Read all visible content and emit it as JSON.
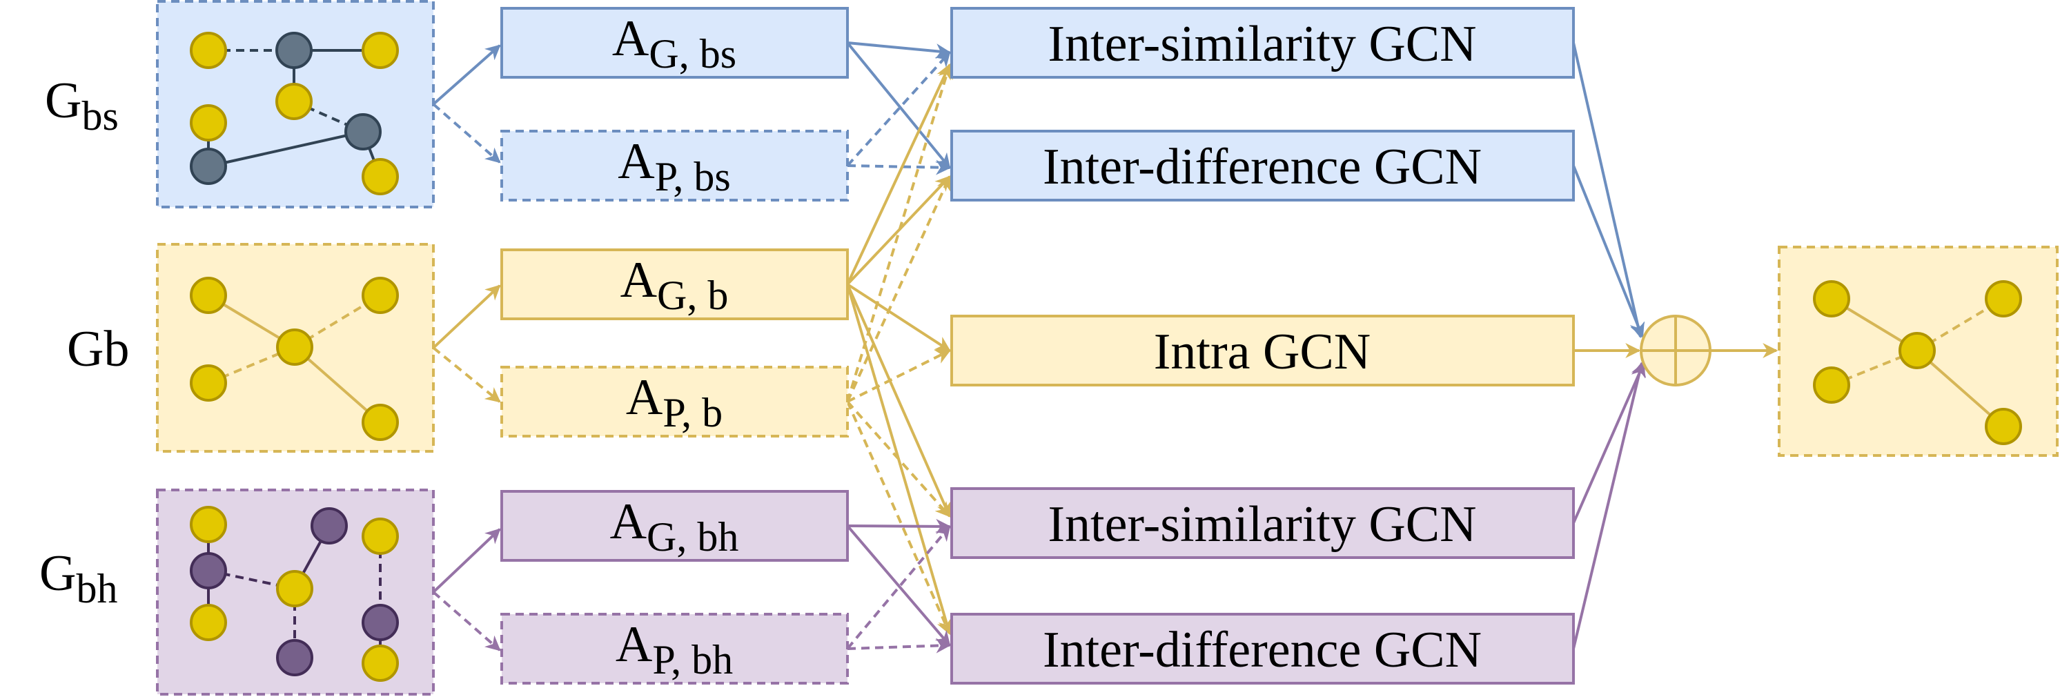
{
  "colors": {
    "blue_fill": "#dae8fc",
    "blue_stroke": "#6c8ebf",
    "yellow_fill": "#fff2cc",
    "yellow_stroke": "#d6b656",
    "purple_fill": "#e1d5e7",
    "purple_stroke": "#9673a6",
    "node_yellow": "#e3c800",
    "node_yellow_stroke": "#b09500",
    "node_blue": "#647687",
    "node_blue_stroke": "#314354",
    "node_purple": "#76608a",
    "node_purple_stroke": "#432d57"
  },
  "graphs": {
    "bs": {
      "main": "G",
      "sub": "bs"
    },
    "b": {
      "label": "Gb"
    },
    "bh": {
      "main": "G",
      "sub": "bh"
    }
  },
  "matrices": {
    "ag_bs": {
      "main": "A",
      "sub": "G, bs"
    },
    "ap_bs": {
      "main": "A",
      "sub": "P, bs"
    },
    "ag_b": {
      "main": "A",
      "sub": "G, b"
    },
    "ap_b": {
      "main": "A",
      "sub": "P, b"
    },
    "ag_bh": {
      "main": "A",
      "sub": "G, bh"
    },
    "ap_bh": {
      "main": "A",
      "sub": "P, bh"
    }
  },
  "gcn": {
    "inter_sim_bs": "Inter-similarity GCN",
    "inter_diff_bs": "Inter-difference GCN",
    "intra": "Intra GCN",
    "inter_sim_bh": "Inter-similarity GCN",
    "inter_diff_bh": "Inter-difference GCN"
  },
  "combine": {
    "symbol": "sum-operator-icon"
  }
}
